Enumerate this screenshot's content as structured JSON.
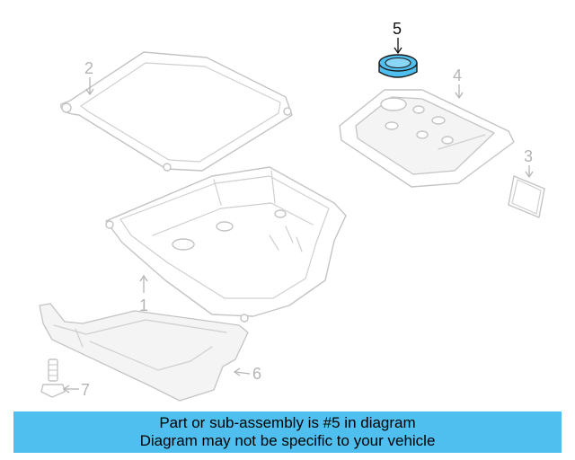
{
  "diagram": {
    "highlighted_part": "5",
    "callouts": [
      {
        "id": "1",
        "label": "1"
      },
      {
        "id": "2",
        "label": "2"
      },
      {
        "id": "3",
        "label": "3"
      },
      {
        "id": "4",
        "label": "4"
      },
      {
        "id": "5",
        "label": "5"
      },
      {
        "id": "6",
        "label": "6"
      },
      {
        "id": "7",
        "label": "7"
      }
    ],
    "highlight_color": "#4fbfef",
    "ghost_color": "#c4c4c4"
  },
  "banner": {
    "line1": "Part or sub-assembly is #5 in diagram",
    "line2": "Diagram may not be specific to your vehicle",
    "background_color": "#4fbfef"
  }
}
